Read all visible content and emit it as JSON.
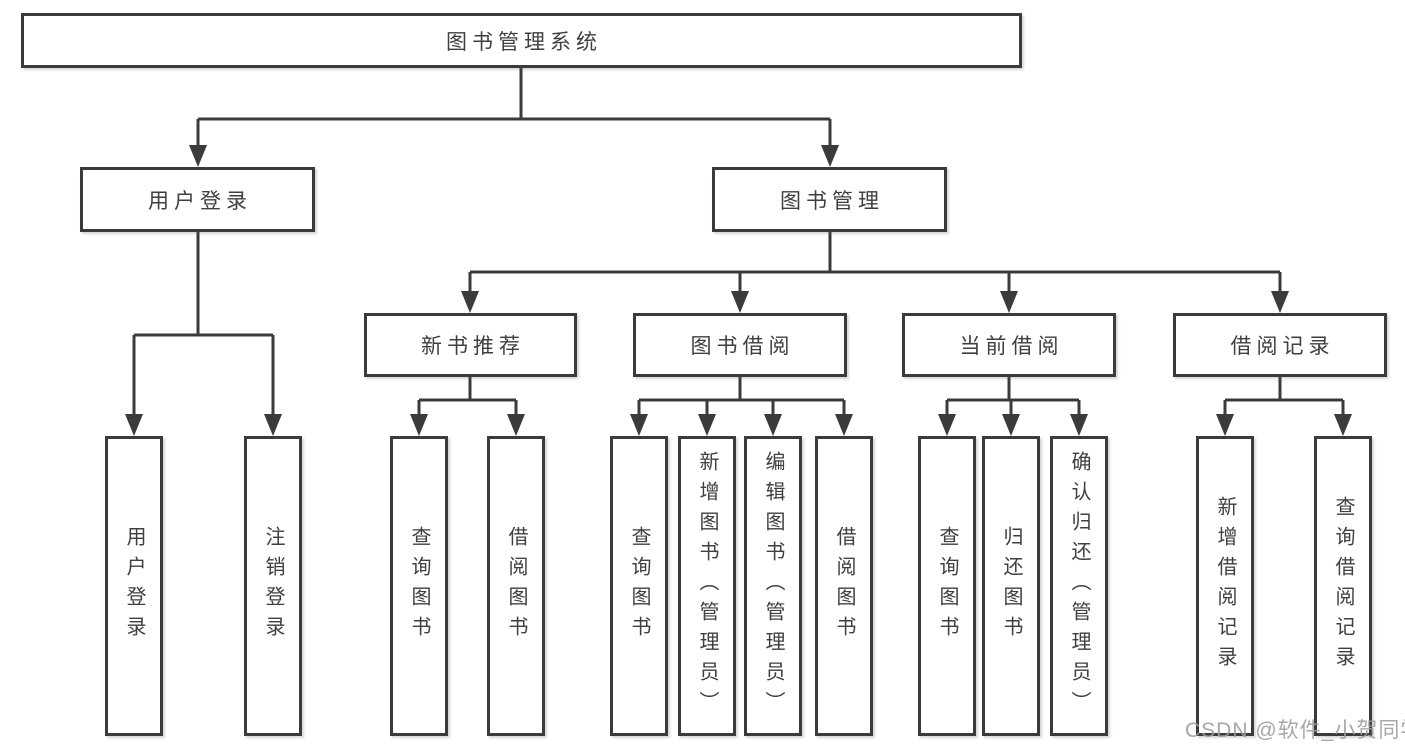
{
  "root": {
    "label": "图书管理系统"
  },
  "level2": {
    "user_login": {
      "label": "用户登录"
    },
    "book_mgmt": {
      "label": "图书管理"
    }
  },
  "level3": {
    "new_books": {
      "label": "新书推荐"
    },
    "borrow": {
      "label": "图书借阅"
    },
    "current": {
      "label": "当前借阅"
    },
    "records": {
      "label": "借阅记录"
    }
  },
  "leaves": {
    "user_login": [
      "用户登录",
      "注销登录"
    ],
    "new_books": [
      "查询图书",
      "借阅图书"
    ],
    "borrow": [
      "查询图书",
      "新增图书（管理员）",
      "编辑图书（管理员）",
      "借阅图书"
    ],
    "current": [
      "查询图书",
      "归还图书",
      "确认归还（管理员）"
    ],
    "records": [
      "新增借阅记录",
      "查询借阅记录"
    ]
  },
  "watermark": "CSDN @软件_小贺同学",
  "colors": {
    "line": "#3b3b3b",
    "text": "#3f3f3f",
    "background": "#ffffff",
    "watermark": "#9e9e9e"
  }
}
